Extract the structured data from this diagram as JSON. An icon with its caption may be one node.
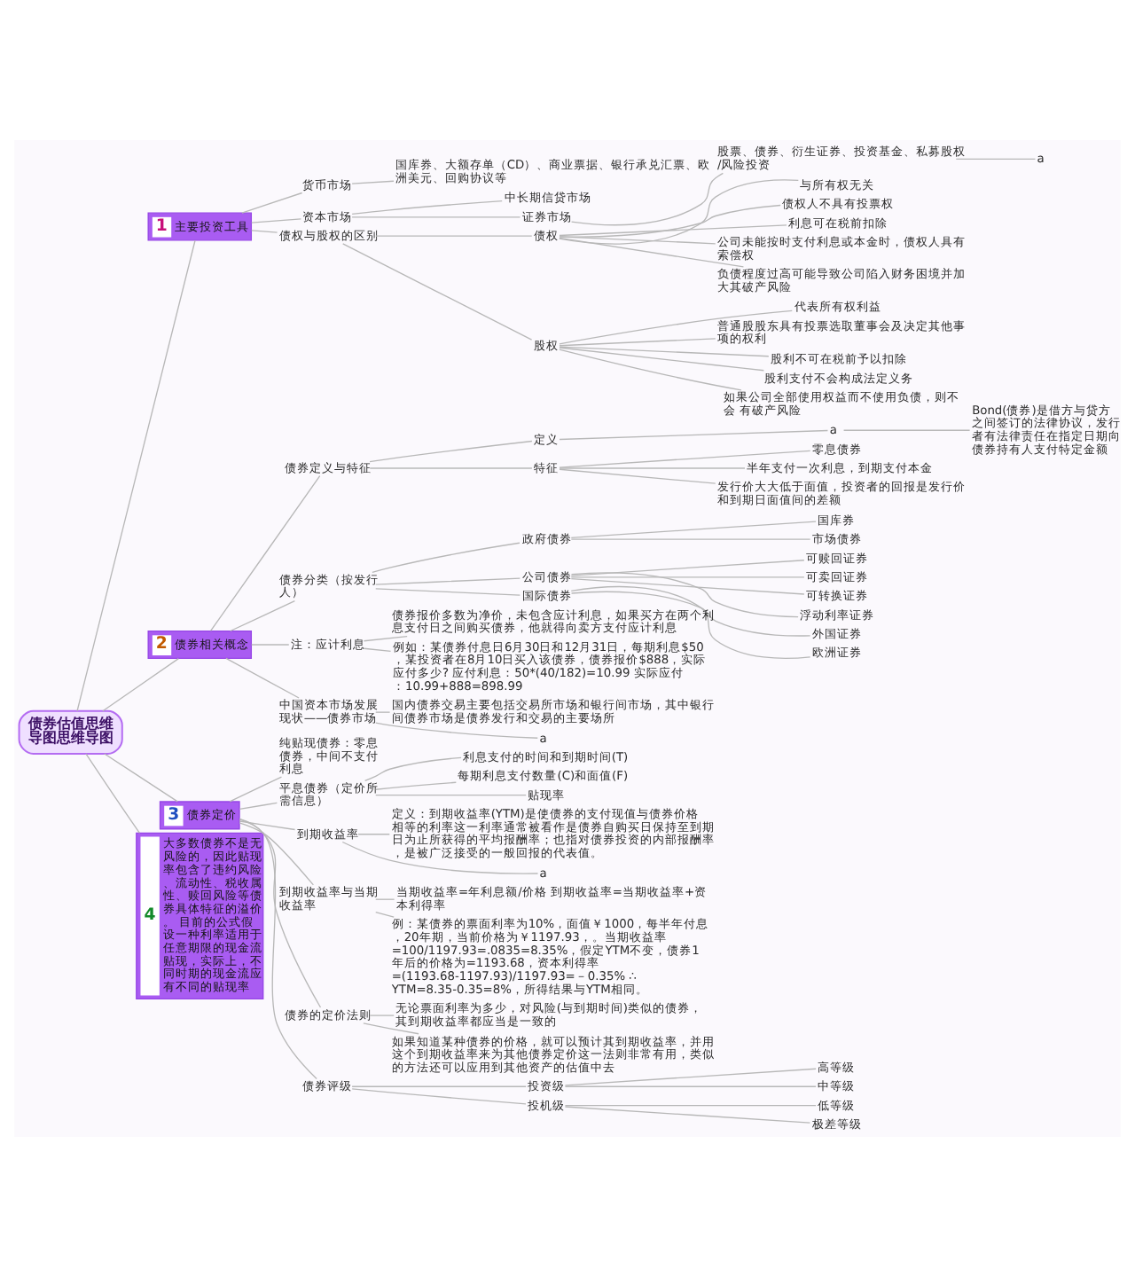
{
  "diagram": {
    "nodes": [
      {
        "text": [
          "债券估值思维导图思维导图"
        ]
      },
      {
        "text": [
          "1",
          "主要投资工具"
        ]
      },
      {
        "text": [
          "货币市场"
        ]
      },
      {
        "text": [
          "国库券、大额存单（CD）、商业票据、银行承兑汇票、欧洲美元、回购协议等"
        ]
      },
      {
        "text": [
          "资本市场"
        ]
      },
      {
        "text": [
          "中长期信贷市场"
        ]
      },
      {
        "text": [
          "证券市场"
        ]
      },
      {
        "text": [
          "股票、债券、衍生证券、投资基金、私募股权/风险投资"
        ]
      },
      {
        "text": [
          "a"
        ]
      },
      {
        "text": [
          "债权与股权的区别"
        ]
      },
      {
        "text": [
          "债权"
        ]
      },
      {
        "text": [
          "与所有权无关"
        ]
      },
      {
        "text": [
          "债权人不具有投票权"
        ]
      },
      {
        "text": [
          "利息可在税前扣除"
        ]
      },
      {
        "text": [
          "公司未能按时支付利息或本金时，债权人具有索偿权"
        ]
      },
      {
        "text": [
          "负债程度过高可能导致公司陷入财务困境并加大其破产风险"
        ]
      },
      {
        "text": [
          "股权"
        ]
      },
      {
        "text": [
          "代表所有权利益"
        ]
      },
      {
        "text": [
          "普通股股东具有投票选取董事会及决定其他事项的权利"
        ]
      },
      {
        "text": [
          "股利不可在税前予以扣除"
        ]
      },
      {
        "text": [
          "股利支付不会构成法定义务"
        ]
      },
      {
        "text": [
          "如果公司全部使用权益而不使用负债，则不会 有破产风险"
        ]
      },
      {
        "text": [
          "2",
          "债券相关概念"
        ]
      },
      {
        "text": [
          "债券定义与特征"
        ]
      },
      {
        "text": [
          "定义"
        ]
      },
      {
        "text": [
          "a"
        ]
      },
      {
        "text": [
          "Bond(债券)是借方与贷方之间签订的法律协议，发行者有法律责任在指定日期向债券持有人支付特定金额"
        ]
      },
      {
        "text": [
          "特征"
        ]
      },
      {
        "text": [
          "零息债券"
        ]
      },
      {
        "text": [
          "半年支付一次利息，到期支付本金"
        ]
      },
      {
        "text": [
          "发行价大大低于面值，投资者的回报是发行价和到期日面值间的差额"
        ]
      },
      {
        "text": [
          "债券分类（按发行人）"
        ]
      },
      {
        "text": [
          "政府债券"
        ]
      },
      {
        "text": [
          "国库券"
        ]
      },
      {
        "text": [
          "市场债券"
        ]
      },
      {
        "text": [
          "公司债券"
        ]
      },
      {
        "text": [
          "可赎回证券"
        ]
      },
      {
        "text": [
          "可卖回证券"
        ]
      },
      {
        "text": [
          "可转换证券"
        ]
      },
      {
        "text": [
          "浮动利率证券"
        ]
      },
      {
        "text": [
          "国际债券"
        ]
      },
      {
        "text": [
          "外国证券"
        ]
      },
      {
        "text": [
          "欧洲证券"
        ]
      },
      {
        "text": [
          "注：应计利息"
        ]
      },
      {
        "text": [
          "债券报价多数为净价，未包含应计利息，如果买方在两个利息支付日之间购买债券，他就得向卖方支付应计利息"
        ]
      },
      {
        "text": [
          "例如：某债券付息日6月30日和12月31日，每期利息$50，某投资者在8月10日买入该债券，债券报价$888，实际应付多少? 应付利息：50*(40/182)=10.99 实际应付：10.99+888=898.99"
        ]
      },
      {
        "text": [
          "中国资本市场发展现状——债券市场"
        ]
      },
      {
        "text": [
          "国内债券交易主要包括交易所市场和银行间市场，其中银行间债券市场是债券发行和交易的主要场所"
        ]
      },
      {
        "text": [
          "a"
        ]
      },
      {
        "text": [
          "3",
          "债券定价"
        ]
      },
      {
        "text": [
          "纯贴现债券：零息债券，中间不支付利息"
        ]
      },
      {
        "text": [
          "平息债券（定价所需信息）"
        ]
      },
      {
        "text": [
          "利息支付的时间和到期时间(T)"
        ]
      },
      {
        "text": [
          "每期利息支付数量(C)和面值(F)"
        ]
      },
      {
        "text": [
          "贴现率"
        ]
      },
      {
        "text": [
          "到期收益率"
        ]
      },
      {
        "text": [
          "定义：到期收益率(YTM)是使债券的支付现值与债券价格相等的利率这一利率通常被看作是债券自购买日保持至到期日为止所获得的平均报酬率；也指对债券投资的内部报酬率，是被广泛接受的一般回报的代表值。"
        ]
      },
      {
        "text": [
          "a"
        ]
      },
      {
        "text": [
          "到期收益率与当期收益率"
        ]
      },
      {
        "text": [
          "当期收益率=年利息额/价格 到期收益率=当期收益率+资本利得率"
        ]
      },
      {
        "text": [
          "例：某债券的票面利率为10%，面值￥1000，每半年付息，20年期，当前价格为￥1197.93，。当期收益率=100/1197.93=.0835=8.35%，假定YTM不变，债券1年后的价格为=1193.68，资本利得率=(1193.68-1197.93)/1197.93=－0.35% ∴YTM=8.35-0.35=8%，所得结果与YTM相同。"
        ]
      },
      {
        "text": [
          "债券的定价法则"
        ]
      },
      {
        "text": [
          "无论票面利率为多少，对风险(与到期时间)类似的债券，其到期收益率都应当是一致的"
        ]
      },
      {
        "text": [
          "如果知道某种债券的价格，就可以预计其到期收益率，并用这个到期收益率来为其他债券定价这一法则非常有用，类似的方法还可以应用到其他资产的估值中去"
        ]
      },
      {
        "text": [
          "债券评级"
        ]
      },
      {
        "text": [
          "投资级"
        ]
      },
      {
        "text": [
          "高等级"
        ]
      },
      {
        "text": [
          "中等级"
        ]
      },
      {
        "text": [
          "投机级"
        ]
      },
      {
        "text": [
          "低等级"
        ]
      },
      {
        "text": [
          "极差等级"
        ]
      },
      {
        "text": [
          "4",
          "大多数债券不是无风险的，因此贴现率包含了违约风险、流动性、税收属性、赎回风险等债券具体特征的溢价。 目前的公式假设一种利率适用于任意期限的现金流贴现，实际上，不同时期的现金流应有不同的贴现率"
        ]
      }
    ],
    "edges": [
      {
        "from": 0,
        "to": 1,
        "arrow": "none"
      },
      {
        "from": 1,
        "to": 2,
        "arrow": "none"
      },
      {
        "from": 2,
        "to": 3,
        "arrow": "none"
      },
      {
        "from": 1,
        "to": 4,
        "arrow": "none"
      },
      {
        "from": 4,
        "to": 5,
        "arrow": "none"
      },
      {
        "from": 4,
        "to": 6,
        "arrow": "none"
      },
      {
        "from": 6,
        "to": 7,
        "arrow": "none"
      },
      {
        "from": 7,
        "to": 8,
        "arrow": "none"
      },
      {
        "from": 1,
        "to": 9,
        "arrow": "none"
      },
      {
        "from": 9,
        "to": 10,
        "arrow": "none"
      },
      {
        "from": 10,
        "to": 11,
        "arrow": "none"
      },
      {
        "from": 10,
        "to": 12,
        "arrow": "none"
      },
      {
        "from": 10,
        "to": 13,
        "arrow": "none"
      },
      {
        "from": 10,
        "to": 14,
        "arrow": "none"
      },
      {
        "from": 10,
        "to": 15,
        "arrow": "none"
      },
      {
        "from": 9,
        "to": 16,
        "arrow": "none"
      },
      {
        "from": 16,
        "to": 17,
        "arrow": "none"
      },
      {
        "from": 16,
        "to": 18,
        "arrow": "none"
      },
      {
        "from": 16,
        "to": 19,
        "arrow": "none"
      },
      {
        "from": 16,
        "to": 20,
        "arrow": "none"
      },
      {
        "from": 16,
        "to": 21,
        "arrow": "none"
      },
      {
        "from": 0,
        "to": 22,
        "arrow": "none"
      },
      {
        "from": 22,
        "to": 23,
        "arrow": "none"
      },
      {
        "from": 23,
        "to": 24,
        "arrow": "none"
      },
      {
        "from": 24,
        "to": 25,
        "arrow": "none"
      },
      {
        "from": 25,
        "to": 26,
        "arrow": "none"
      },
      {
        "from": 23,
        "to": 27,
        "arrow": "none"
      },
      {
        "from": 27,
        "to": 28,
        "arrow": "none"
      },
      {
        "from": 27,
        "to": 29,
        "arrow": "none"
      },
      {
        "from": 27,
        "to": 30,
        "arrow": "none"
      },
      {
        "from": 22,
        "to": 31,
        "arrow": "none"
      },
      {
        "from": 31,
        "to": 32,
        "arrow": "none"
      },
      {
        "from": 32,
        "to": 33,
        "arrow": "none"
      },
      {
        "from": 32,
        "to": 34,
        "arrow": "none"
      },
      {
        "from": 31,
        "to": 35,
        "arrow": "none"
      },
      {
        "from": 35,
        "to": 36,
        "arrow": "none"
      },
      {
        "from": 35,
        "to": 37,
        "arrow": "none"
      },
      {
        "from": 35,
        "to": 38,
        "arrow": "none"
      },
      {
        "from": 35,
        "to": 39,
        "arrow": "none"
      },
      {
        "from": 31,
        "to": 40,
        "arrow": "none"
      },
      {
        "from": 40,
        "to": 41,
        "arrow": "none"
      },
      {
        "from": 40,
        "to": 42,
        "arrow": "none"
      },
      {
        "from": 22,
        "to": 43,
        "arrow": "none"
      },
      {
        "from": 43,
        "to": 44,
        "arrow": "none"
      },
      {
        "from": 43,
        "to": 45,
        "arrow": "none"
      },
      {
        "from": 22,
        "to": 46,
        "arrow": "none"
      },
      {
        "from": 46,
        "to": 47,
        "arrow": "none"
      },
      {
        "from": 46,
        "to": 48,
        "arrow": "none"
      },
      {
        "from": 0,
        "to": 49,
        "arrow": "none"
      },
      {
        "from": 49,
        "to": 50,
        "arrow": "none"
      },
      {
        "from": 49,
        "to": 51,
        "arrow": "none"
      },
      {
        "from": 51,
        "to": 52,
        "arrow": "none"
      },
      {
        "from": 51,
        "to": 53,
        "arrow": "none"
      },
      {
        "from": 51,
        "to": 54,
        "arrow": "none"
      },
      {
        "from": 49,
        "to": 55,
        "arrow": "none"
      },
      {
        "from": 55,
        "to": 56,
        "arrow": "none"
      },
      {
        "from": 55,
        "to": 57,
        "arrow": "none"
      },
      {
        "from": 49,
        "to": 58,
        "arrow": "none"
      },
      {
        "from": 58,
        "to": 59,
        "arrow": "none"
      },
      {
        "from": 58,
        "to": 60,
        "arrow": "none"
      },
      {
        "from": 49,
        "to": 61,
        "arrow": "none"
      },
      {
        "from": 61,
        "to": 62,
        "arrow": "none"
      },
      {
        "from": 61,
        "to": 63,
        "arrow": "none"
      },
      {
        "from": 49,
        "to": 64,
        "arrow": "none"
      },
      {
        "from": 64,
        "to": 65,
        "arrow": "none"
      },
      {
        "from": 65,
        "to": 66,
        "arrow": "none"
      },
      {
        "from": 65,
        "to": 67,
        "arrow": "none"
      },
      {
        "from": 64,
        "to": 68,
        "arrow": "none"
      },
      {
        "from": 68,
        "to": 69,
        "arrow": "none"
      },
      {
        "from": 68,
        "to": 70,
        "arrow": "none"
      },
      {
        "from": 0,
        "to": 71,
        "arrow": "none"
      }
    ]
  }
}
